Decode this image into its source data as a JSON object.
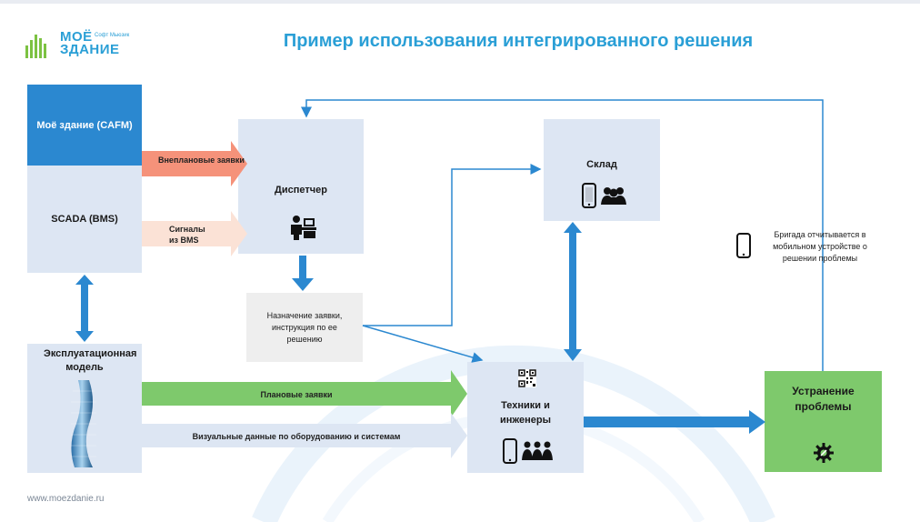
{
  "header": {
    "title": "Пример использования интегрированного решения"
  },
  "logo": {
    "line1": "МОЁ",
    "line2": "ЗДАНИЕ",
    "small": "Софт Мьюзик"
  },
  "footer": {
    "url": "www.moezdanie.ru"
  },
  "nodes": {
    "cafm": "Моё здание (CAFM)",
    "scada": "SCADA (BMS)",
    "model": "Эксплуатационная модель",
    "dispatcher": "Диспетчер",
    "assignment": "Назначение заявки, инструкция по ее решению",
    "warehouse": "Склад",
    "technicians": "Техники и инженеры",
    "resolution": "Устранение проблемы"
  },
  "arrows": {
    "unplanned": "Внеплановые заявки",
    "signals": "Сигналы из BMS",
    "planned": "Плановые заявки",
    "visual": "Визуальные данные по оборудованию и системам"
  },
  "notes": {
    "brigade": "Бригада отчитывается в мобильном устройстве о решении проблемы"
  },
  "colors": {
    "accent": "#2a9fd6",
    "cafm": "#2b88d0",
    "box": "#dde6f3",
    "unplanned_arrow": "#f5927a",
    "signals_arrow": "#fbe2d6",
    "planned_arrow": "#7ec96c",
    "visual_arrow": "#dde6f3",
    "resolution": "#7ec96c"
  },
  "icons": [
    "logo-bars-icon",
    "phone-icon",
    "group-icon",
    "dispatcher-person-icon",
    "qr-code-icon",
    "gear-wrench-icon",
    "building-tower-icon"
  ]
}
